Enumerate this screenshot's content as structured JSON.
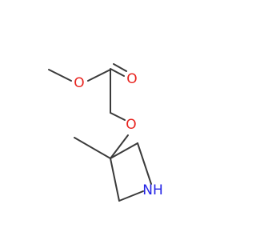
{
  "molecule": {
    "atoms": {
      "o_methoxy": {
        "symbol": "O",
        "color": "#e8231e"
      },
      "o_carbonyl": {
        "symbol": "O",
        "color": "#e8231e"
      },
      "o_ether": {
        "symbol": "O",
        "color": "#e8231e"
      },
      "n_ring": {
        "symbol": "NH",
        "color": "#2424e6"
      }
    },
    "bond_color": "#3a3a3a"
  }
}
